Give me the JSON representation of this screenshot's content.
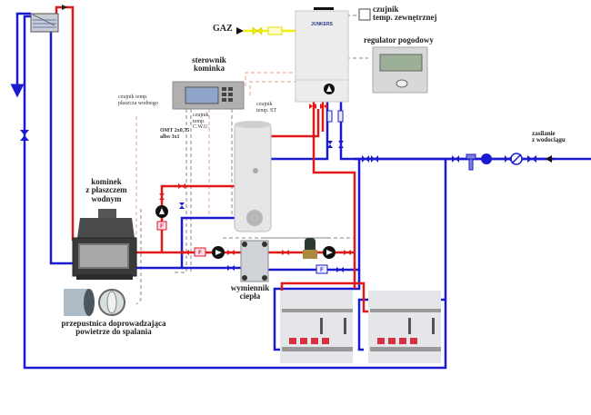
{
  "diagram": {
    "title": "Schemat instalacji: kominek z płaszczem wodnym + kocioł gazowy",
    "labels": {
      "gas": "GAZ",
      "outdoor_sensor": [
        "czujnik",
        "temp. zewnętrznej"
      ],
      "weather_regulator": "regulator pogodowy",
      "fireplace_controller": [
        "sterownik",
        "kominka"
      ],
      "water_jacket_sensor": [
        "czujnik temp.",
        "płaszcza wodnego"
      ],
      "dhw_sensor": [
        "czujnik",
        "temp.",
        "C.W.U."
      ],
      "omt_label": [
        "OMT 2x0,75",
        "albo 3x1"
      ],
      "st_sensor": [
        "czujnik",
        "temp. ST"
      ],
      "fireplace": [
        "kominek",
        "z płaszczem",
        "wodnym"
      ],
      "air_damper": [
        "przepustnica doprowadzająca",
        "powietrze do spalania"
      ],
      "heat_exchanger": [
        "wymiennik",
        "ciepła"
      ],
      "water_supply": [
        "zasilanie",
        "z wodociągu"
      ],
      "boiler_brand": "JUNKERS"
    },
    "components": [
      {
        "id": "expansion-tank",
        "type": "open expansion vessel"
      },
      {
        "id": "fireplace",
        "type": "water-jacket fireplace insert"
      },
      {
        "id": "fireplace-controller",
        "type": "controller with display"
      },
      {
        "id": "gas-boiler",
        "type": "wall-hung gas boiler"
      },
      {
        "id": "weather-regulator",
        "type": "room/weather controller"
      },
      {
        "id": "outdoor-sensor",
        "type": "temperature sensor"
      },
      {
        "id": "dhw-cylinder",
        "type": "hot water storage tank"
      },
      {
        "id": "heat-exchanger",
        "type": "plate heat exchanger"
      },
      {
        "id": "mixing-valve",
        "type": "thermostatic mixing valve"
      },
      {
        "id": "manifold-1",
        "type": "underfloor heating manifold"
      },
      {
        "id": "manifold-2",
        "type": "underfloor heating manifold"
      },
      {
        "id": "air-damper",
        "type": "combustion air damper"
      }
    ],
    "colors": {
      "supply_pipe": "#e01818",
      "return_pipe": "#1a1ad0",
      "gas_pipe": "#f0f000",
      "signal_wire": "#888888",
      "signal_wire_warm": "#e8a080"
    }
  }
}
